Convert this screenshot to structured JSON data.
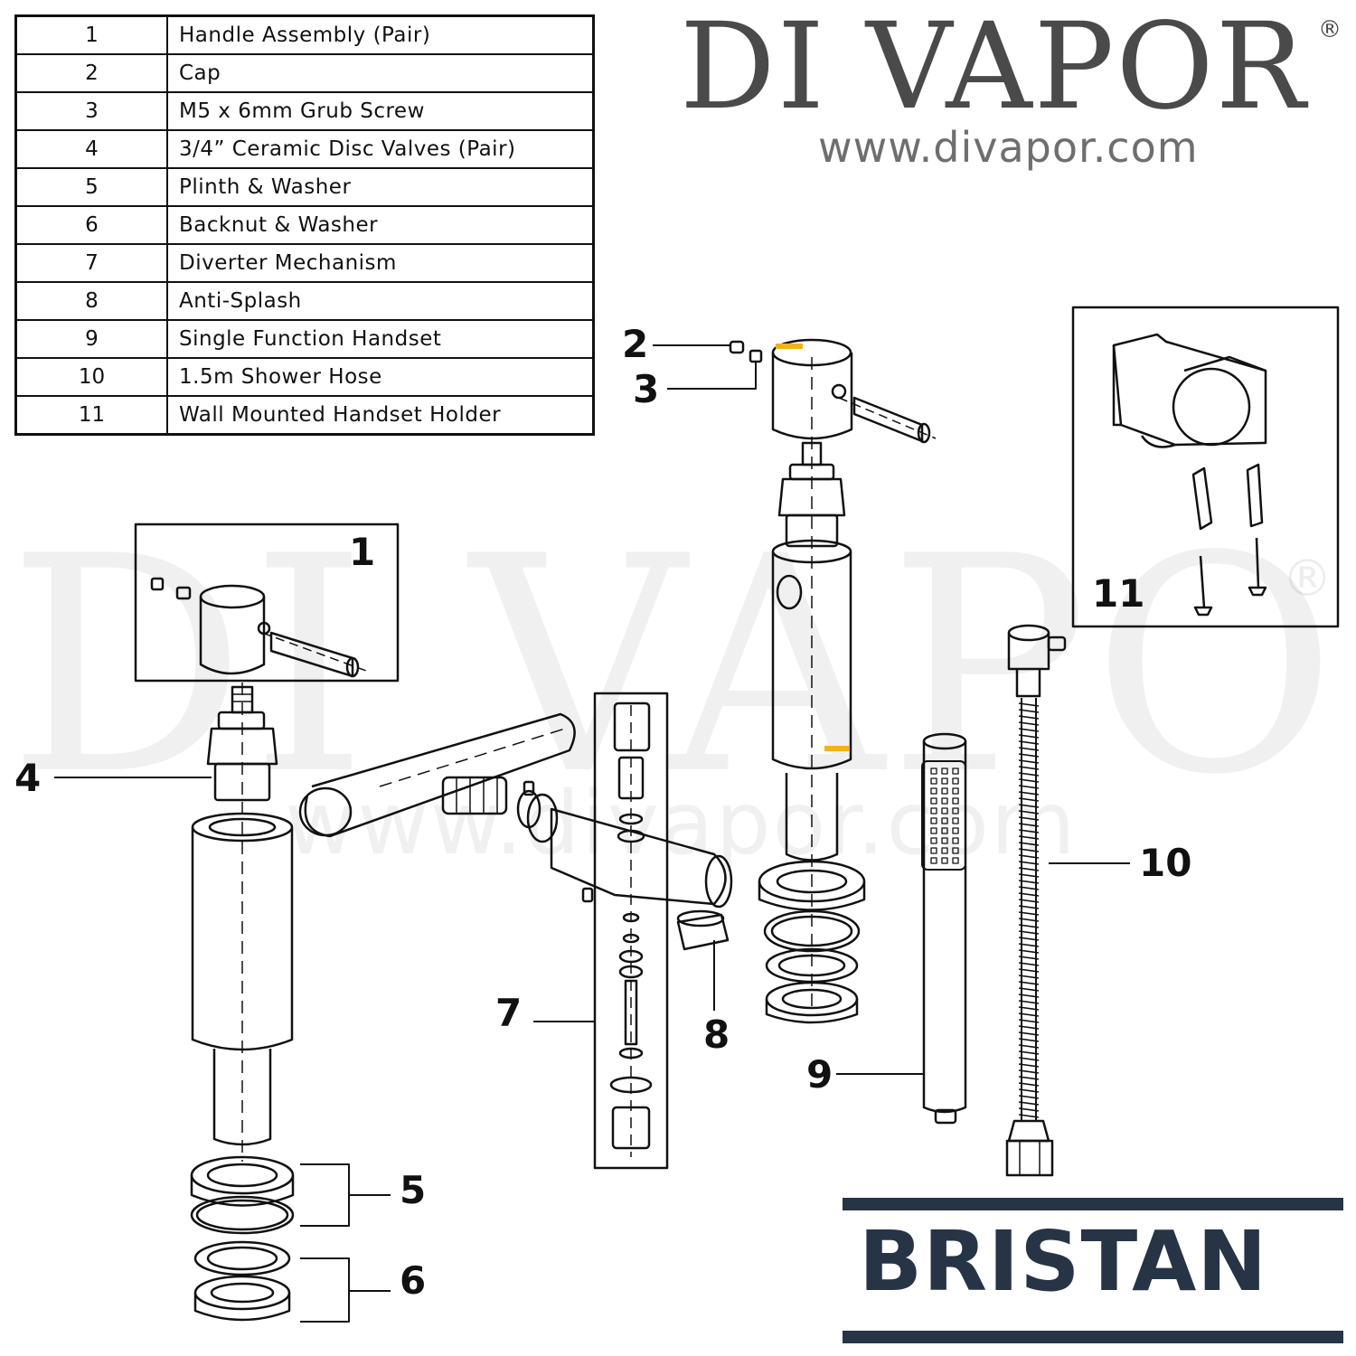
{
  "parts": [
    {
      "number": "1",
      "description": "Handle Assembly (Pair)"
    },
    {
      "number": "2",
      "description": "Cap"
    },
    {
      "number": "3",
      "description": "M5 x 6mm Grub Screw"
    },
    {
      "number": "4",
      "description": "3/4” Ceramic Disc Valves (Pair)"
    },
    {
      "number": "5",
      "description": "Plinth & Washer"
    },
    {
      "number": "6",
      "description": "Backnut & Washer"
    },
    {
      "number": "7",
      "description": "Diverter Mechanism"
    },
    {
      "number": "8",
      "description": "Anti-Splash"
    },
    {
      "number": "9",
      "description": "Single Function Handset"
    },
    {
      "number": "10",
      "description": "1.5m Shower Hose"
    },
    {
      "number": "11",
      "description": "Wall Mounted Handset Holder"
    }
  ],
  "brand": {
    "name": "DI VAPOR",
    "registered": "®",
    "url": "www.divapor.com"
  },
  "watermark": {
    "text": "DI VAPOR",
    "registered": "®",
    "url": "www.divapor.com"
  },
  "manufacturer": {
    "name": "BRISTAN",
    "color": "#263445"
  },
  "callouts": {
    "c1": "1",
    "c2": "2",
    "c3": "3",
    "c4": "4",
    "c5": "5",
    "c6": "6",
    "c7": "7",
    "c8": "8",
    "c9": "9",
    "c10": "10",
    "c11": "11"
  },
  "colors": {
    "line": "#111111",
    "brand_text": "#4a4a4a",
    "accent_marking": "#f2b21b"
  }
}
